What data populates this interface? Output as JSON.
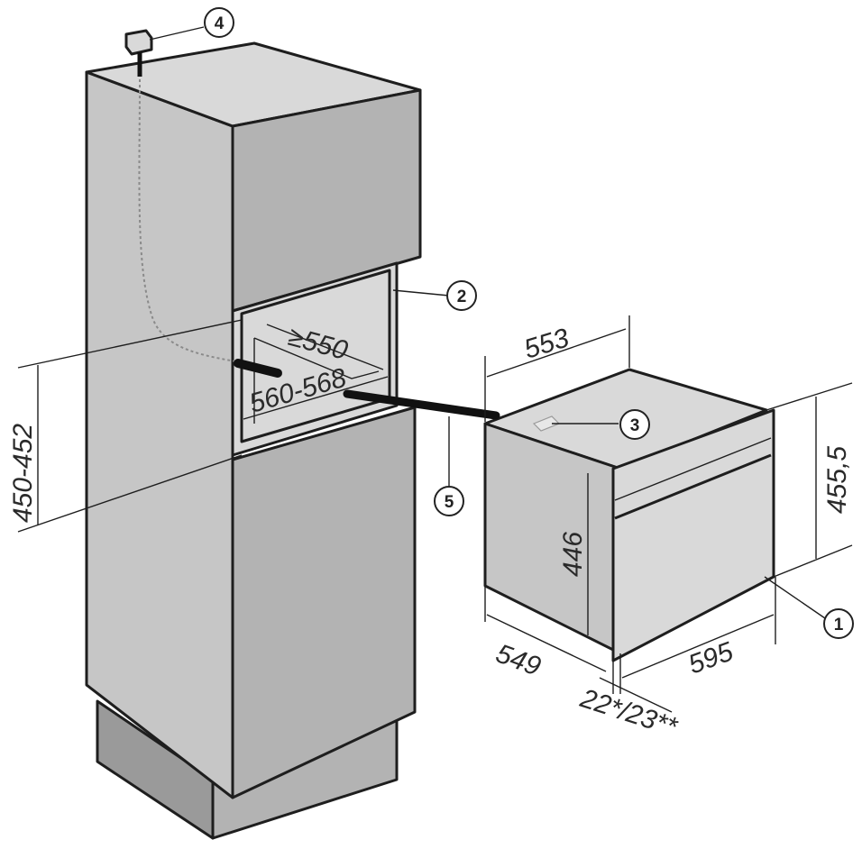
{
  "callouts": {
    "c1": "1",
    "c2": "2",
    "c3": "3",
    "c4": "4",
    "c5": "5"
  },
  "dimensions": {
    "niche_depth": "≥550",
    "niche_width": "560-568",
    "niche_height": "450-452",
    "appliance_depth_top": "553",
    "appliance_height_front": "455,5",
    "appliance_body_height": "446",
    "appliance_depth_side": "549",
    "appliance_width": "595",
    "fascia_depth": "22*/23**"
  },
  "colors": {
    "cabinet_face": "#b3b3b3",
    "cabinet_side": "#9a9a9a",
    "appliance_side": "#c6c6c6",
    "outline": "#1e1e1e"
  }
}
